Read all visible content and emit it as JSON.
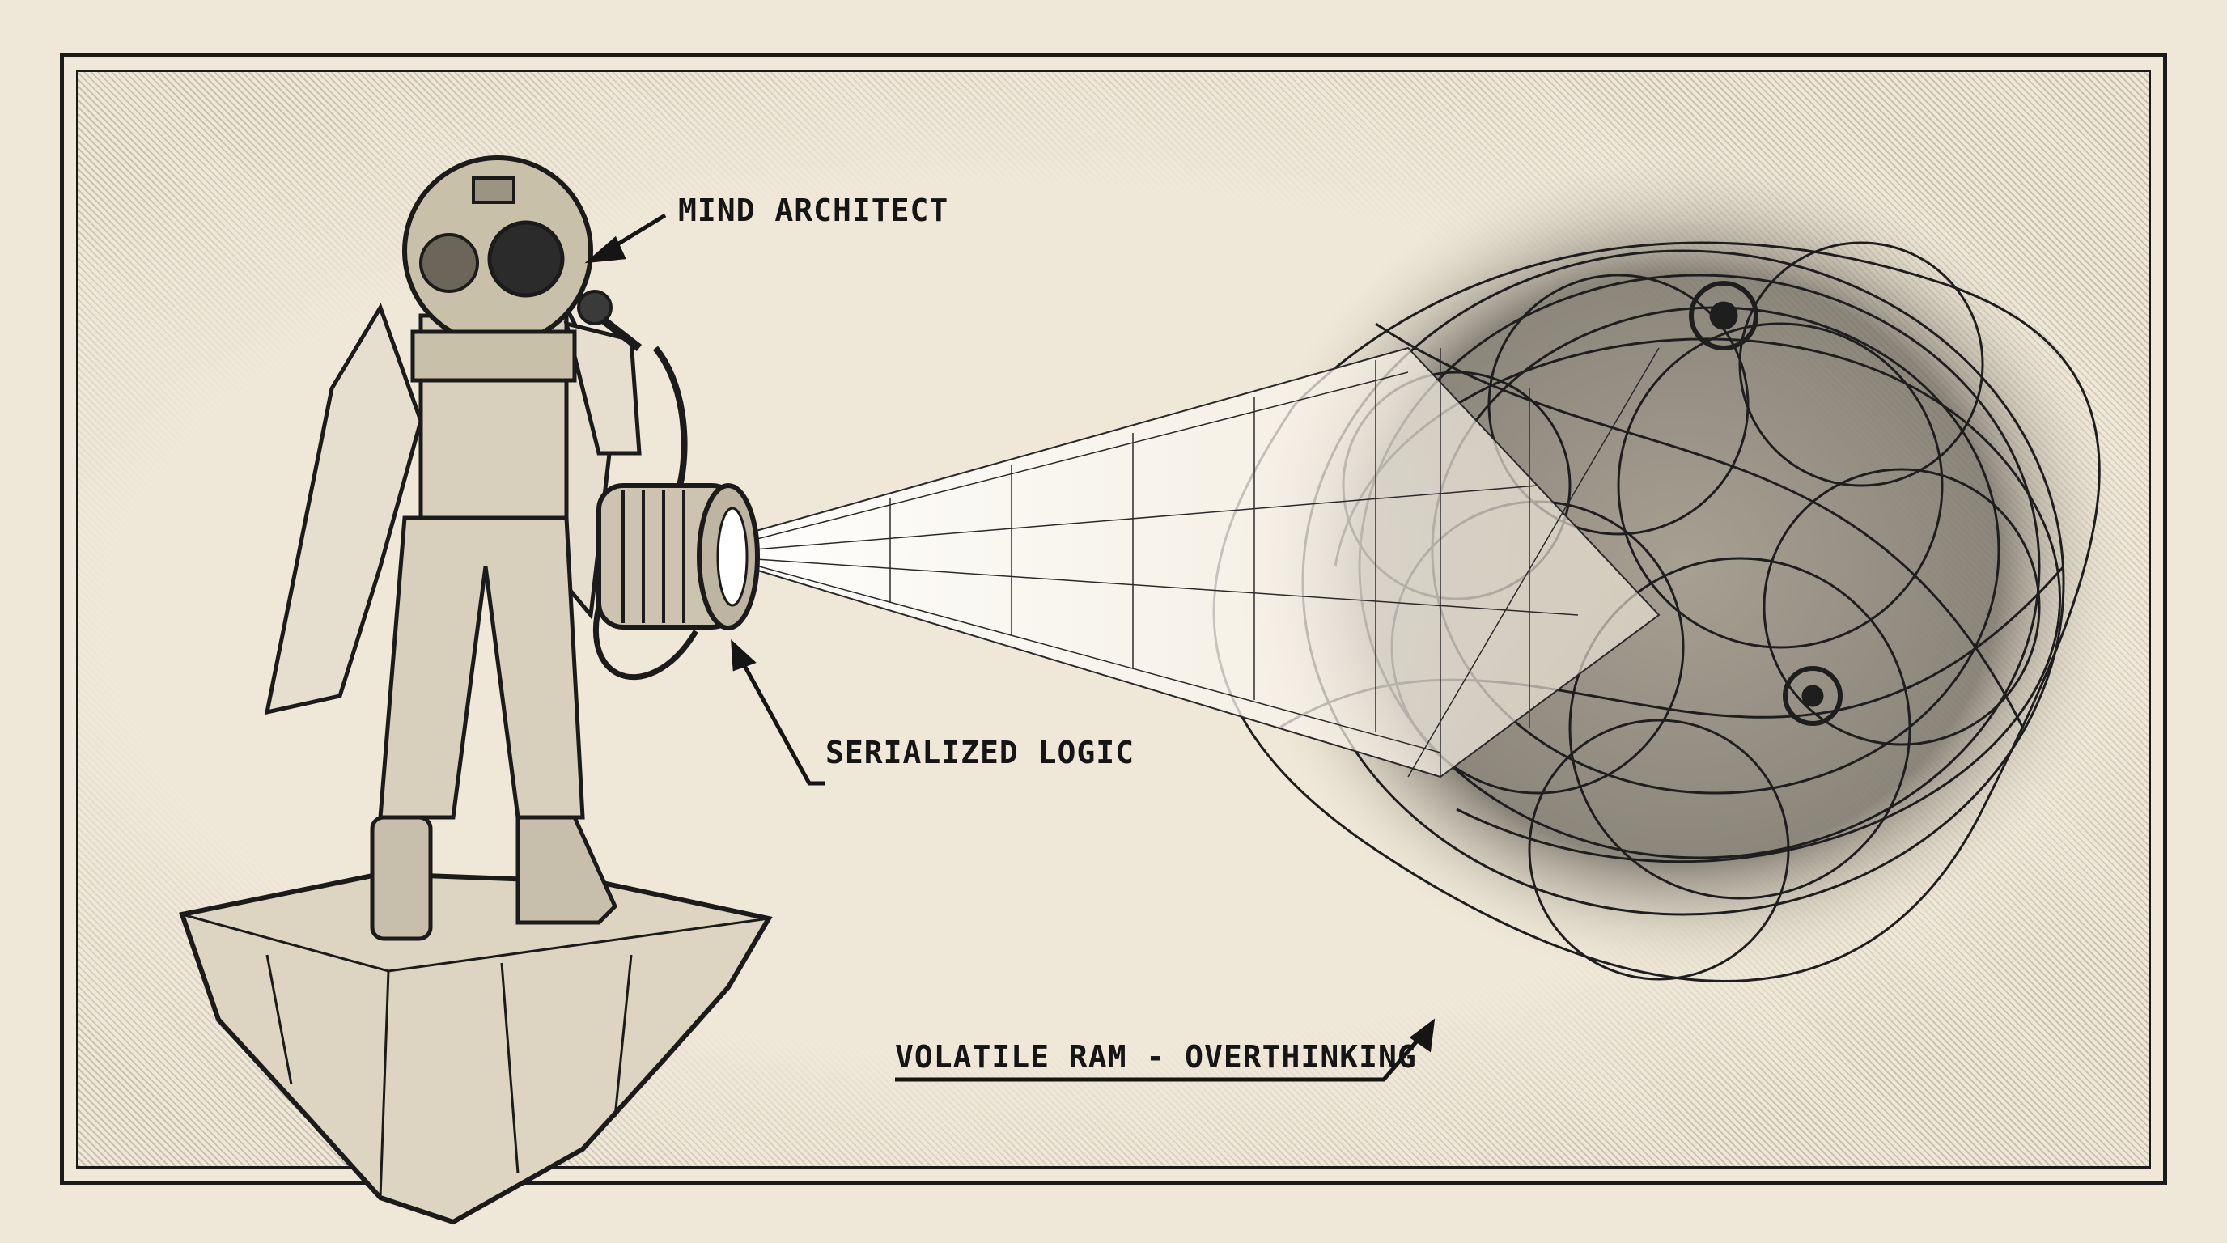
{
  "labels": {
    "mind_architect": "MIND ARCHITECT",
    "serialized_logic": "SERIALIZED LOGIC",
    "volatile_ram": "VOLATILE RAM - OVERTHINKING"
  },
  "icons": {
    "diver": "diving-helmet-figure",
    "rock": "floating-rock-island",
    "speaker": "cable-reel-speaker",
    "beam": "grid-light-beam",
    "tangle": "tangled-wire-cloud",
    "arrow": "pointer-arrow"
  },
  "colors": {
    "paper": "#efe8d8",
    "ink": "#1b1b1b"
  }
}
